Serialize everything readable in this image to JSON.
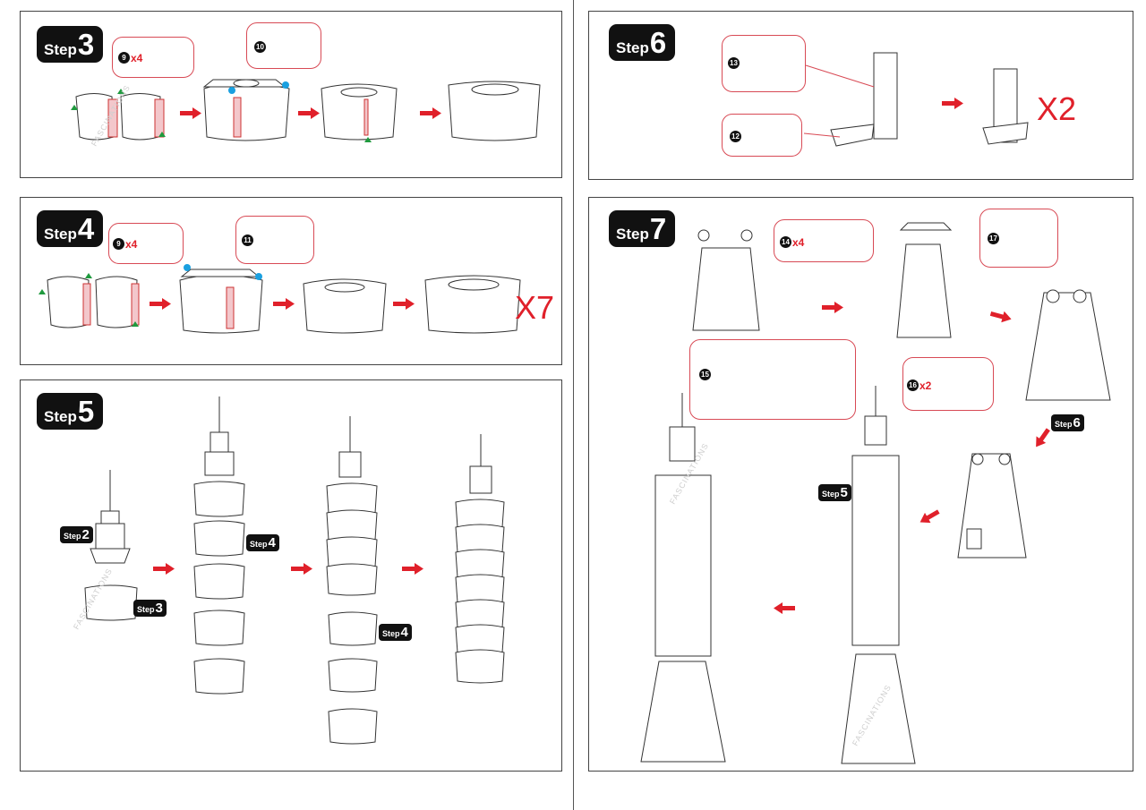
{
  "steps": {
    "s3": {
      "word": "Step",
      "num": "3",
      "part": "9",
      "qty": "x4",
      "part2": "10"
    },
    "s4": {
      "word": "Step",
      "num": "4",
      "part": "9",
      "qty": "x4",
      "part2": "11",
      "multiplier": "X7"
    },
    "s5": {
      "word": "Step",
      "num": "5",
      "ref_step2": "2",
      "ref_step3": "3",
      "ref_step4a": "4",
      "ref_step4b": "4"
    },
    "s6": {
      "word": "Step",
      "num": "6",
      "part_a": "13",
      "part_b": "12",
      "multiplier": "X2"
    },
    "s7": {
      "word": "Step",
      "num": "7",
      "part14": "14",
      "qty14": "x4",
      "part17": "17",
      "part15": "15",
      "part16": "16",
      "qty16": "x2",
      "ref_step6": "6",
      "ref_step5": "5"
    }
  },
  "watermark": "FASCINATIONS",
  "colors": {
    "accent": "#e0202a",
    "callout_border": "#d84a55",
    "marker_green": "#1f9a3e",
    "marker_blue": "#1aa0e0"
  }
}
